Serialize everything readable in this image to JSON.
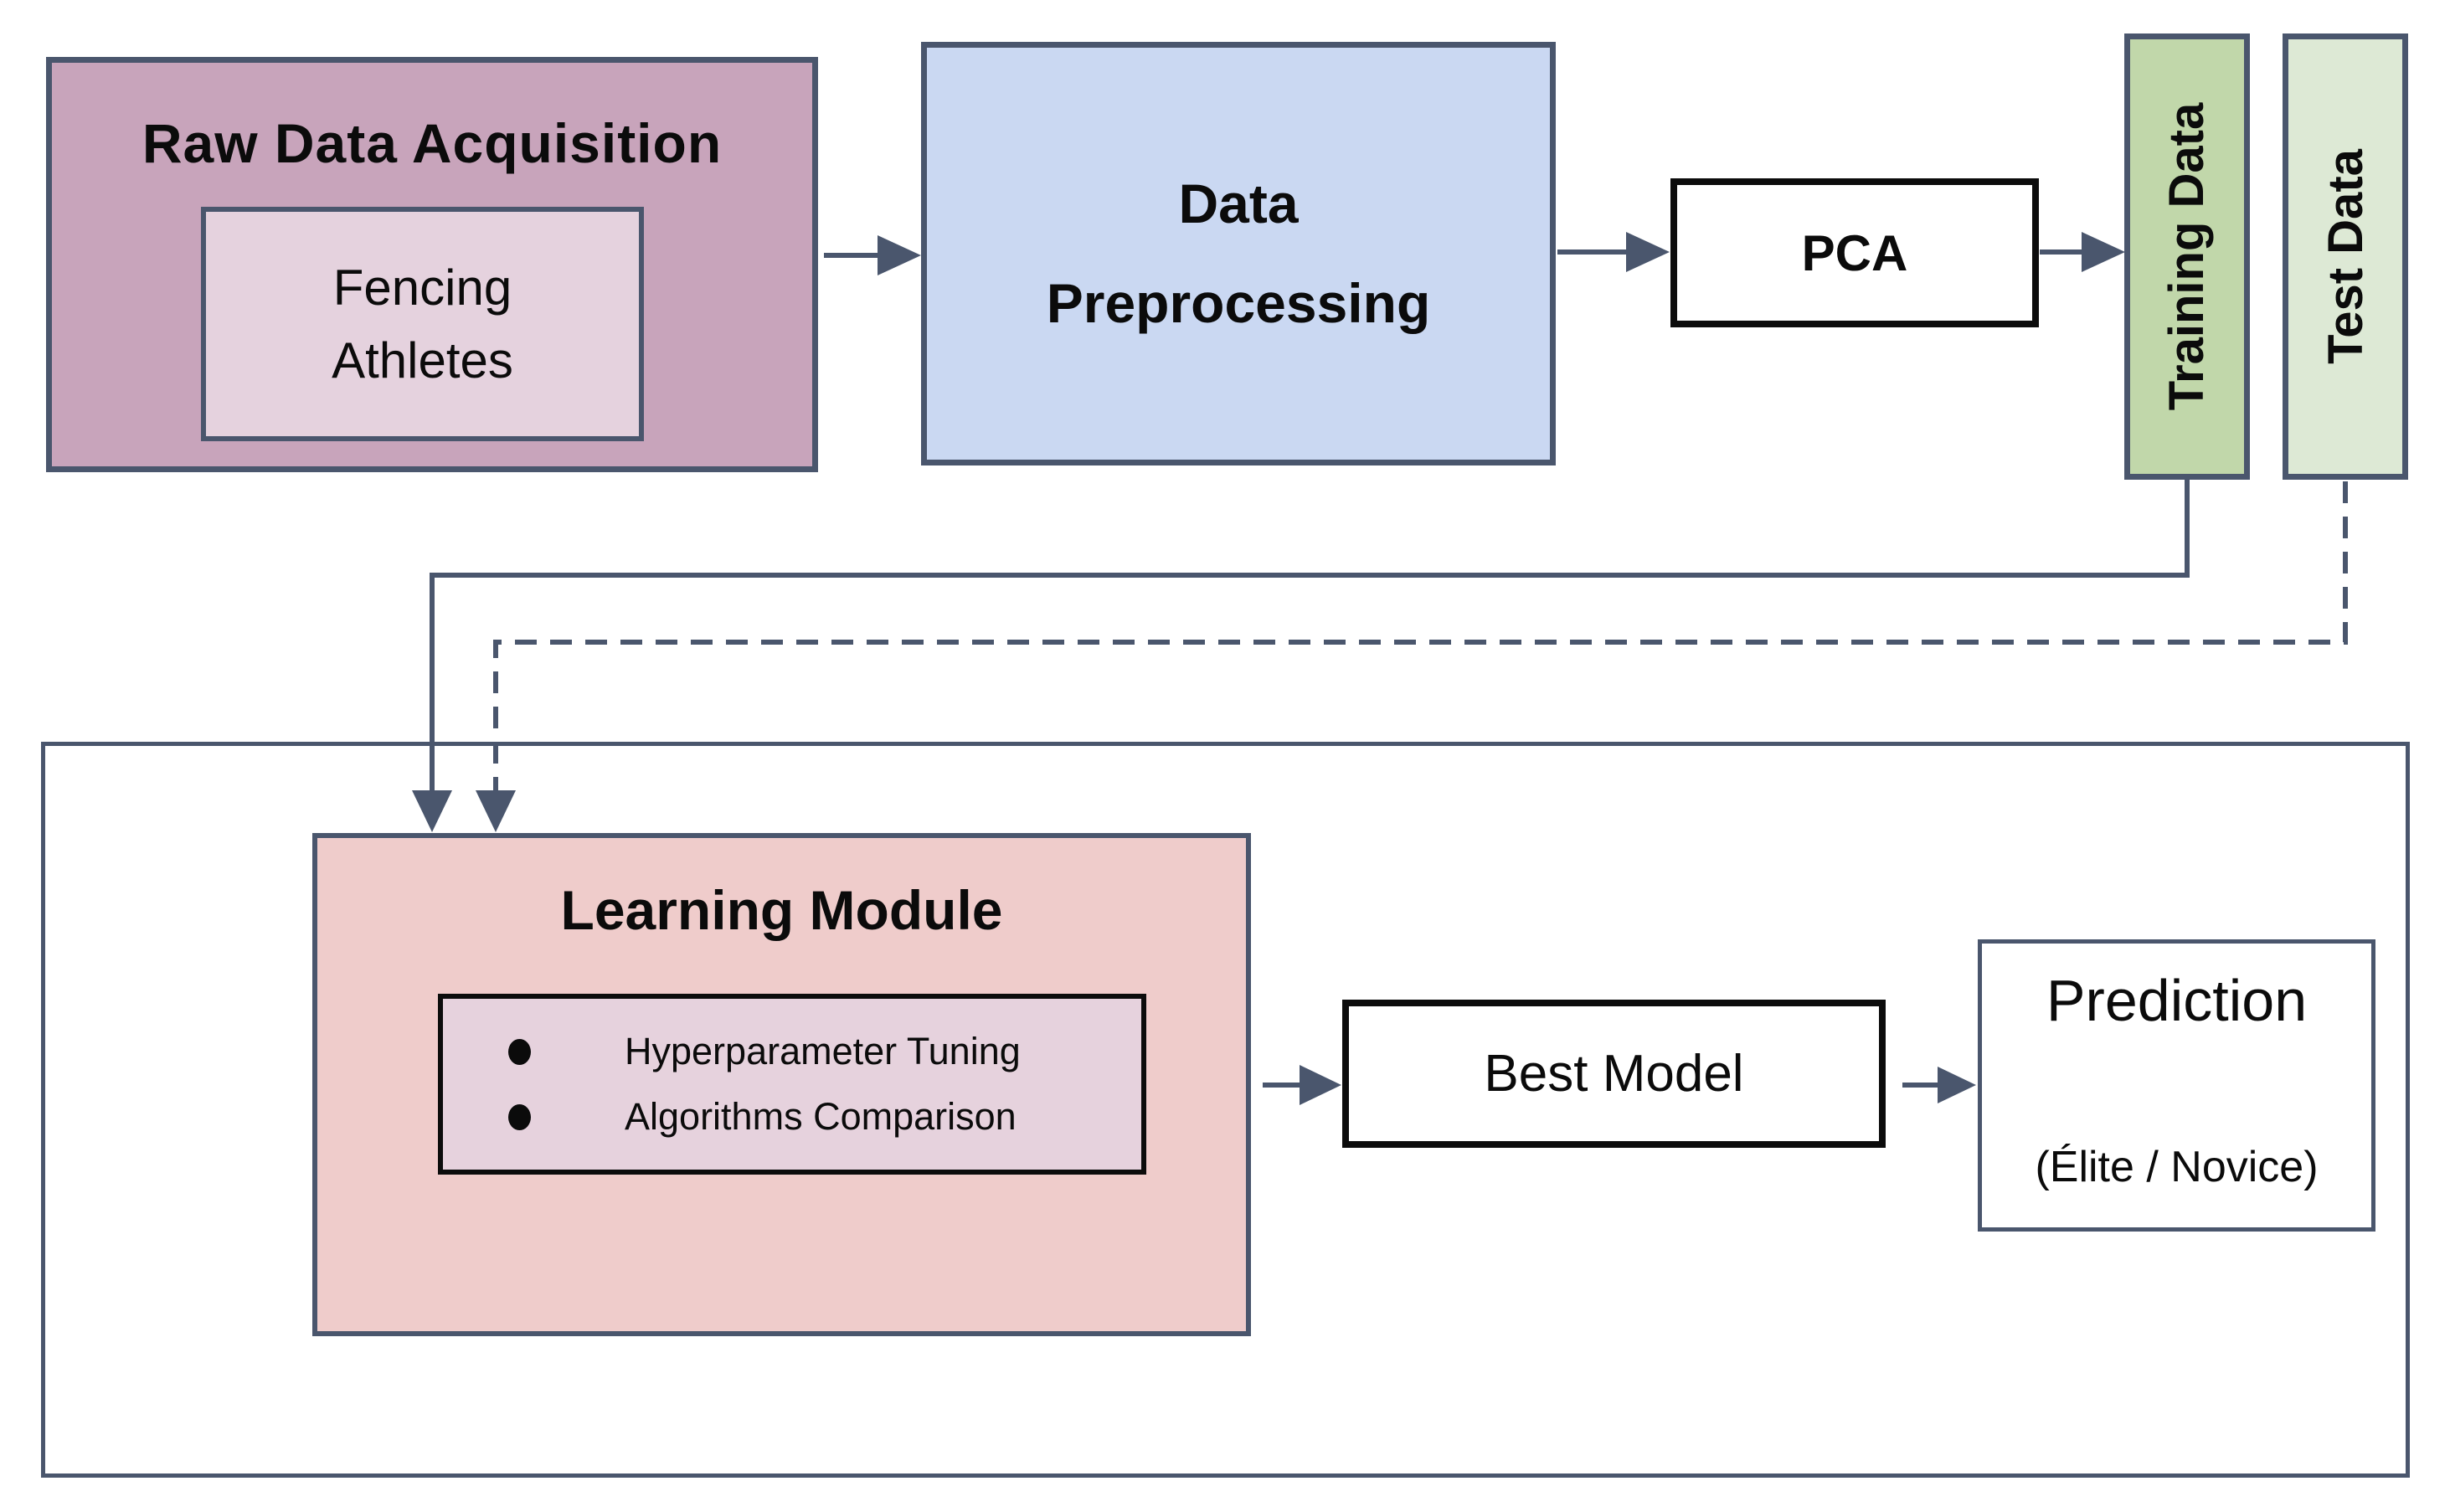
{
  "diagram": {
    "raw_data_acquisition": {
      "title": "Raw Data Acquisition",
      "inner": {
        "label": "Fencing Athletes"
      }
    },
    "data_preprocessing": {
      "title": "Data Preprocessing"
    },
    "pca": {
      "label": "PCA"
    },
    "training_data": {
      "label": "Training Data"
    },
    "test_data": {
      "label": "Test Data"
    },
    "learning_module": {
      "title": "Learning Module",
      "items": [
        {
          "label": "Hyperparameter Tuning"
        },
        {
          "label": "Algorithms Comparison"
        }
      ]
    },
    "best_model": {
      "label": "Best Model"
    },
    "prediction": {
      "title": "Prediction",
      "subtitle": "(Élite / Novice)"
    },
    "connections": [
      {
        "from": "raw_data_acquisition",
        "to": "data_preprocessing",
        "style": "solid"
      },
      {
        "from": "data_preprocessing",
        "to": "pca",
        "style": "solid"
      },
      {
        "from": "pca",
        "to": "training_data",
        "style": "solid"
      },
      {
        "from": "training_data",
        "to": "learning_module",
        "style": "solid"
      },
      {
        "from": "test_data",
        "to": "learning_module",
        "style": "dashed"
      },
      {
        "from": "learning_module",
        "to": "best_model",
        "style": "solid"
      },
      {
        "from": "best_model",
        "to": "prediction",
        "style": "solid"
      }
    ],
    "colors": {
      "border_slate": "#4a566d",
      "border_black": "#0c0c0c",
      "raw_fill": "#c8a4bb",
      "fencing_fill": "#e5d2de",
      "preprocessing_fill": "#cad8f2",
      "training_fill": "#c1d7aa",
      "test_fill": "#dde9d5",
      "learning_fill": "#efcccb",
      "learning_inner_fill": "#e6d2dd",
      "white_fill": "#ffffff",
      "connector": "#4a566d"
    }
  }
}
